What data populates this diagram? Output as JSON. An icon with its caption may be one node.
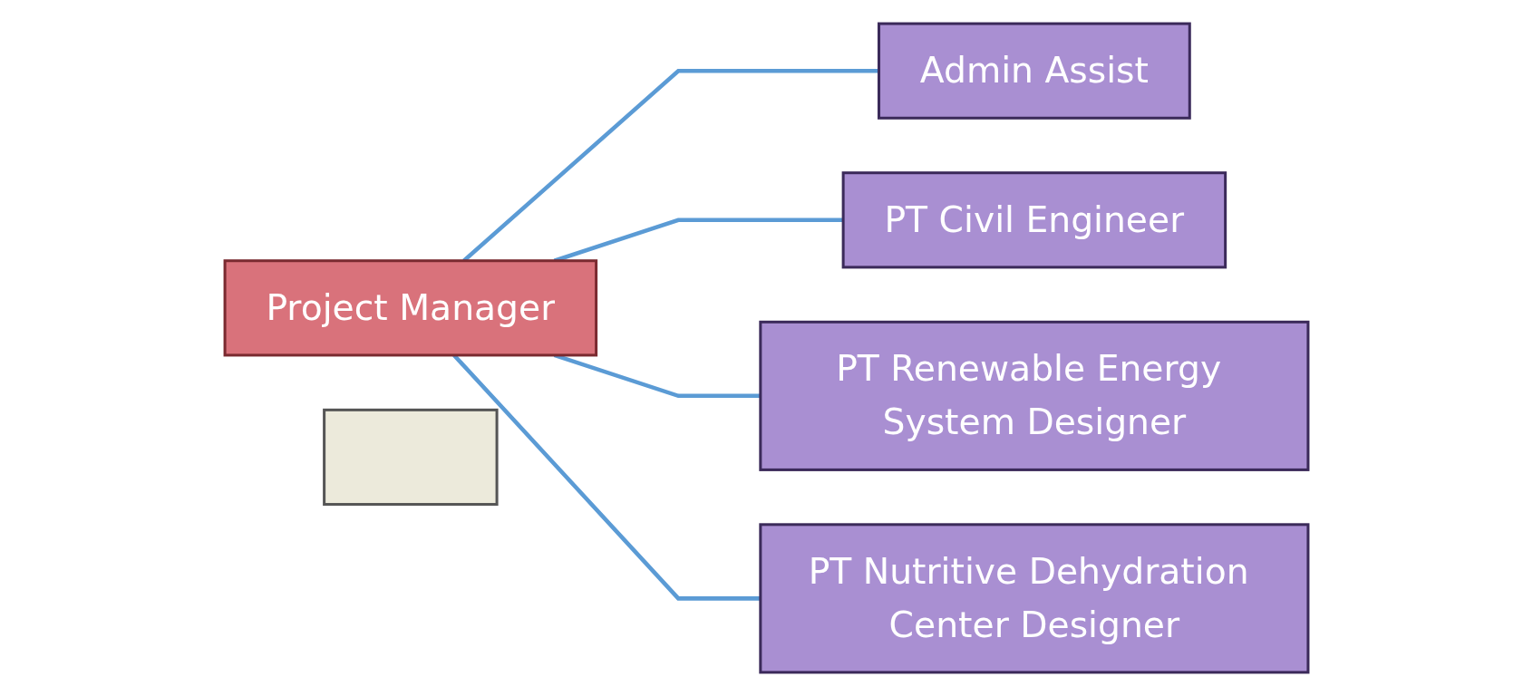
{
  "diagram": {
    "nodes": [
      {
        "text": [
          "Project Manager"
        ]
      },
      {
        "text": [
          "Admin Assist"
        ]
      },
      {
        "text": [
          "PT Civil Engineer"
        ]
      },
      {
        "text": [
          "PT Renewable Energy System Designer"
        ]
      },
      {
        "text": [
          "PT Nutritive Dehydration Center Designer"
        ]
      },
      {
        "text": [],
        "shape": "box"
      }
    ],
    "edges": [
      {
        "from": 0,
        "to": 1,
        "arrow": "none"
      },
      {
        "from": 0,
        "to": 2,
        "arrow": "none"
      },
      {
        "from": 0,
        "to": 3,
        "arrow": "none"
      },
      {
        "from": 0,
        "to": 4,
        "arrow": "none"
      }
    ]
  }
}
